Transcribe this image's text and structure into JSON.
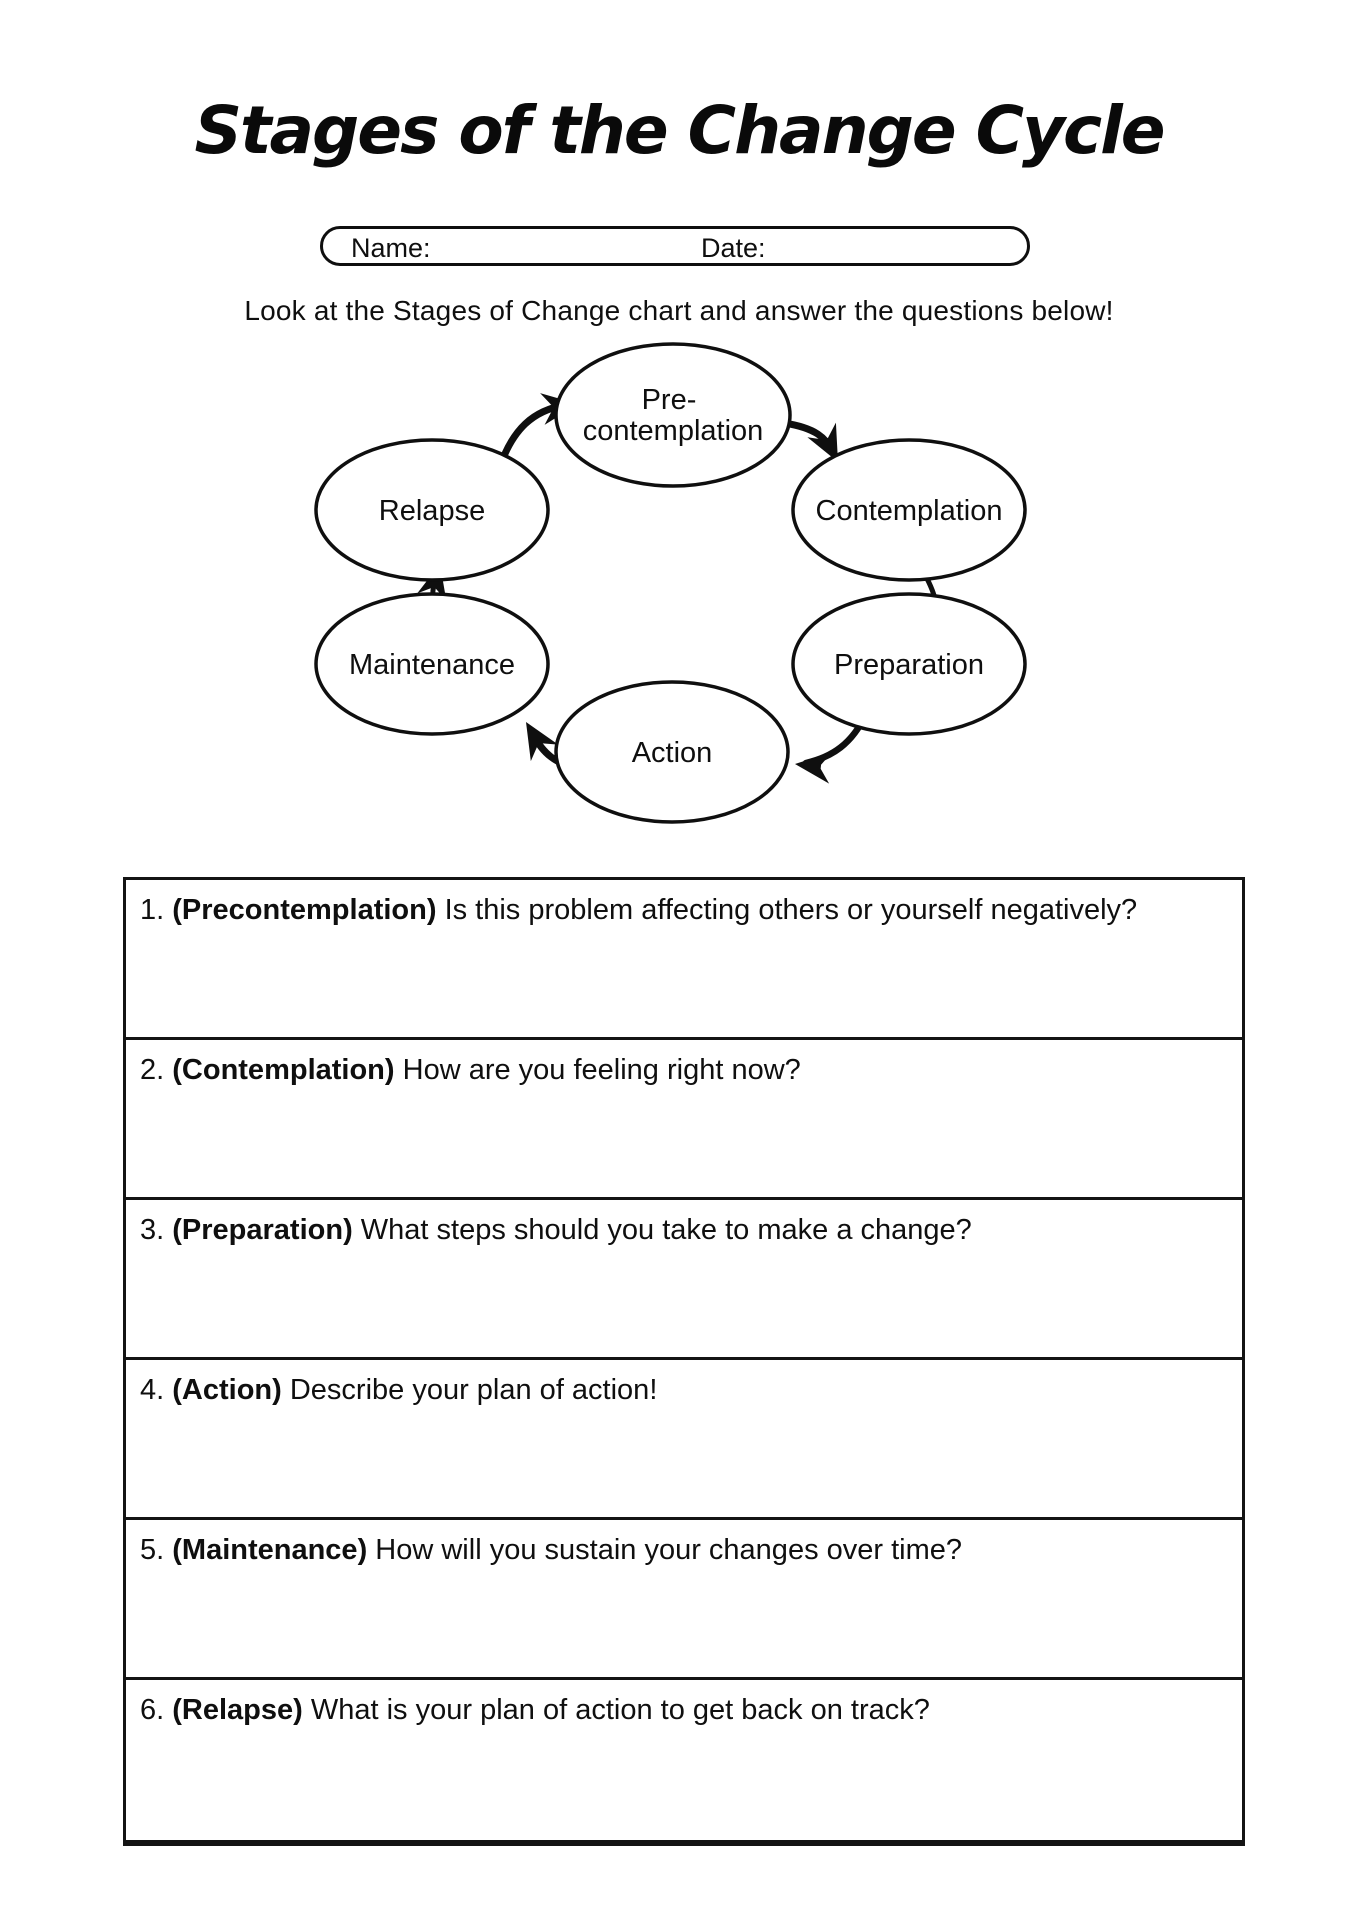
{
  "page": {
    "title": "Stages of the Change Cycle",
    "name_label": "Name:",
    "date_label": "Date:",
    "instruction": "Look at the Stages of Change chart and answer the questions below!"
  },
  "diagram": {
    "stages": {
      "precontemplation_line1": "Pre-",
      "precontemplation_line2": "contemplation",
      "contemplation": "Contemplation",
      "preparation": "Preparation",
      "action": "Action",
      "maintenance": "Maintenance",
      "relapse": "Relapse"
    },
    "flow_order": "Pre-contemplation > Contemplation > Preparation > Action > Maintenance > Relapse"
  },
  "questions": [
    {
      "number": "1.",
      "stage": "(Precontemplation)",
      "text": "Is this problem affecting others or yourself negatively?"
    },
    {
      "number": "2.",
      "stage": "(Contemplation)",
      "text": "How are you feeling right now?"
    },
    {
      "number": "3.",
      "stage": "(Preparation)",
      "text": "What steps should you take to make a change?"
    },
    {
      "number": "4.",
      "stage": "(Action)",
      "text": "Describe your plan of action!"
    },
    {
      "number": "5.",
      "stage": "(Maintenance)",
      "text": "How will you sustain your changes over time?"
    },
    {
      "number": "6.",
      "stage": "(Relapse)",
      "text": "What is your plan of action to get back on track?"
    }
  ],
  "colors": {
    "ink": "#0f0f0f",
    "paper": "#ffffff"
  }
}
